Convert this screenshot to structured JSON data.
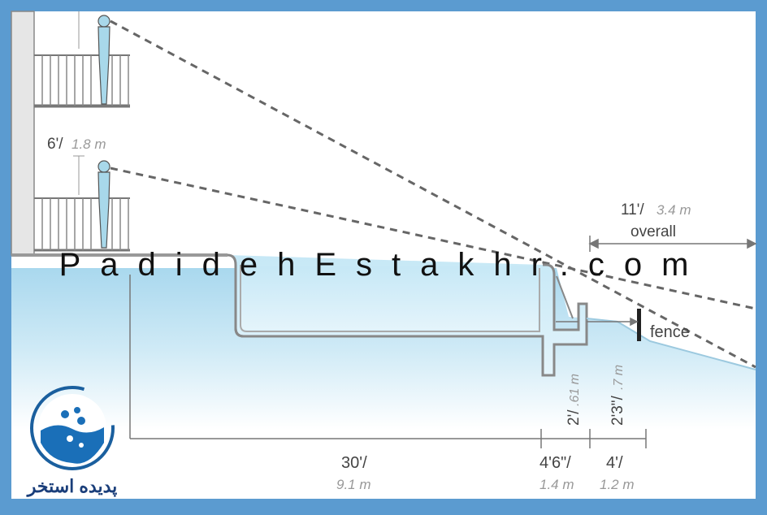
{
  "labels": {
    "eye_height_ft": "6'/",
    "eye_height_m": "1.8 m",
    "overall_ft": "11'/",
    "overall_m": "3.4 m",
    "overall_word": "overall",
    "fence": "fence",
    "pool_len_ft": "30'/",
    "pool_len_m": "9.1 m",
    "deck_ft": "4'6\"/",
    "deck_m": "1.4 m",
    "buffer_ft": "4'/",
    "buffer_m": "1.2 m",
    "vert1_ft": "2'/",
    "vert1_m": ".61 m",
    "vert2_ft": "2'3\"/",
    "vert2_m": ".7 m"
  },
  "watermark": "PadidehEstakhr.com",
  "logo_text": "پدیده استخر",
  "colors": {
    "frame": "#5b9bd0",
    "water_top": "#bfe4f4",
    "water_deep": "#ffffff",
    "pool_water": "#d9f0fa",
    "line": "#777777",
    "dash": "#666666",
    "logo_blue": "#1a6fb8"
  }
}
